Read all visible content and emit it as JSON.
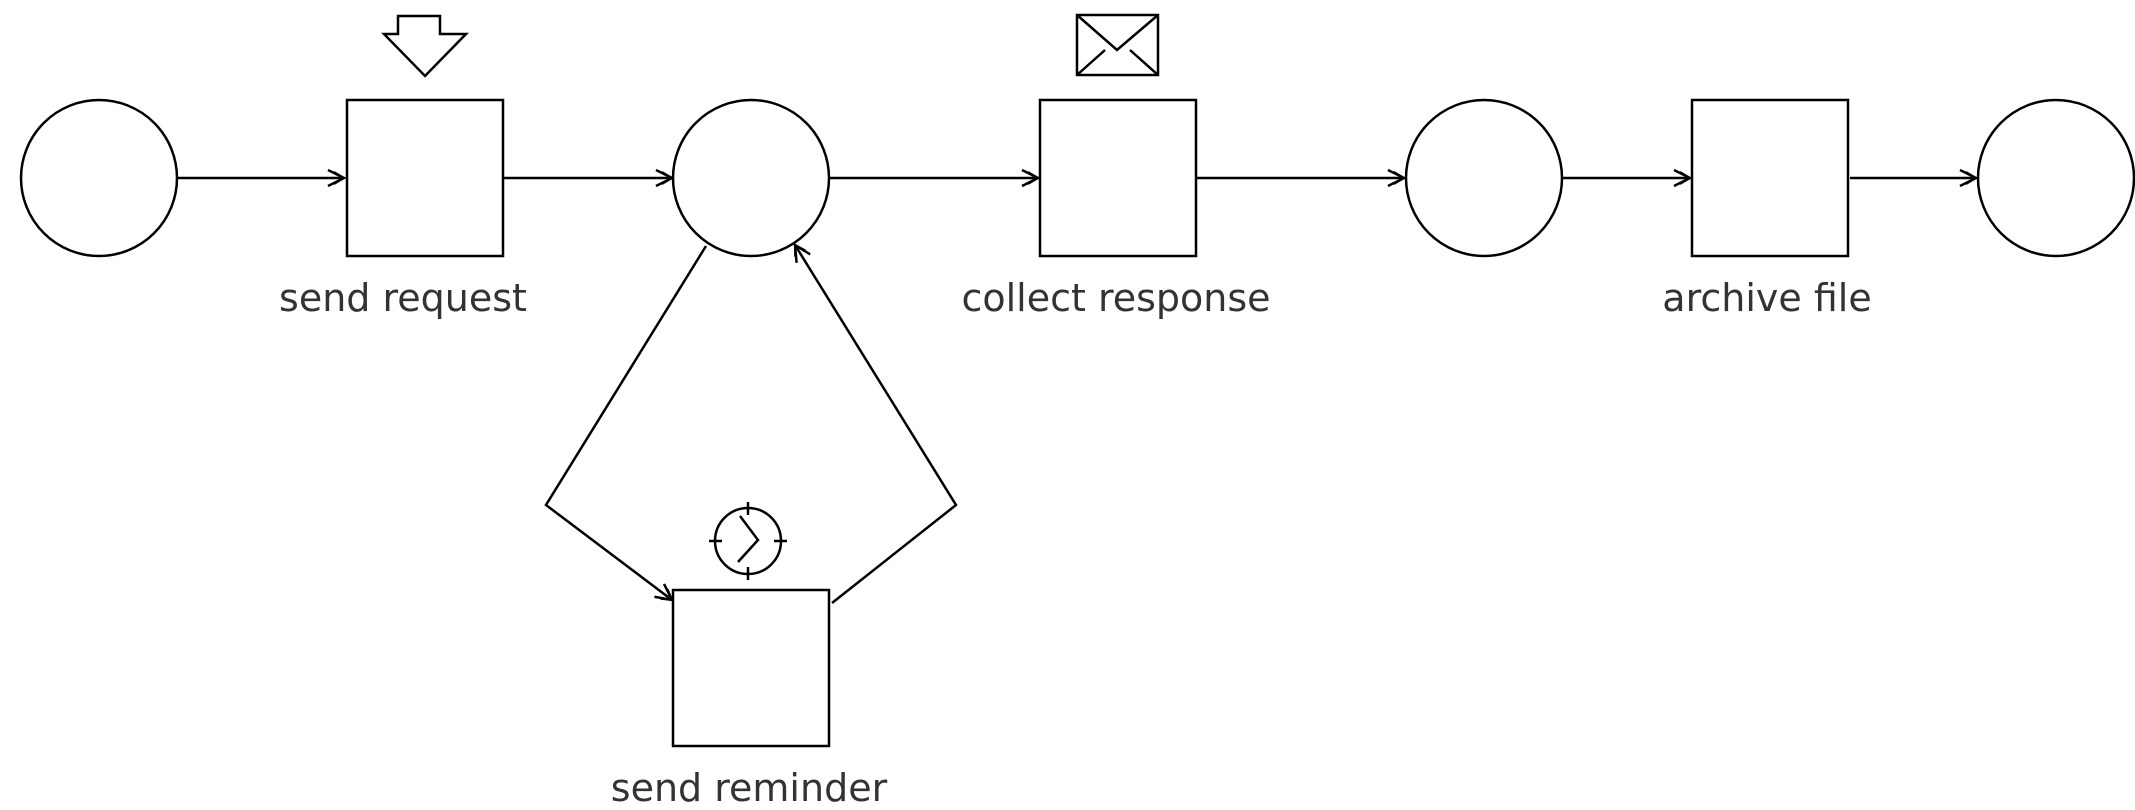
{
  "diagram": {
    "type": "petri-net",
    "transitions": {
      "send_request": {
        "label": "send request",
        "icon": "down-arrow-icon"
      },
      "collect_response": {
        "label": "collect response",
        "icon": "envelope-icon"
      },
      "archive_file": {
        "label": "archive file",
        "icon": ""
      },
      "send_reminder": {
        "label": "send reminder",
        "icon": "clock-icon"
      }
    },
    "places": [
      "p1",
      "p2",
      "p3",
      "p4"
    ],
    "arcs": [
      [
        "p1",
        "send_request"
      ],
      [
        "send_request",
        "p2"
      ],
      [
        "p2",
        "collect_response"
      ],
      [
        "collect_response",
        "p3"
      ],
      [
        "p3",
        "archive_file"
      ],
      [
        "archive_file",
        "p4"
      ],
      [
        "p2",
        "send_reminder"
      ],
      [
        "send_reminder",
        "p2"
      ]
    ],
    "colors": {
      "stroke": "#000000",
      "fill": "#ffffff",
      "label": "#333333"
    }
  }
}
